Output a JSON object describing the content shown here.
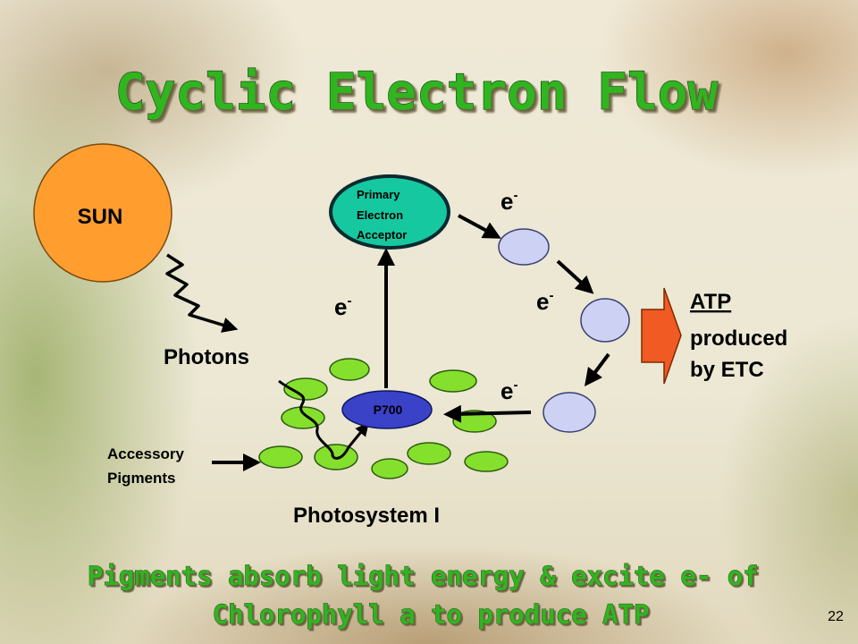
{
  "title": "Cyclic Electron Flow",
  "sun_label": "SUN",
  "photons_label": "Photons",
  "primary_acceptor": [
    "Primary",
    "Electron",
    "Acceptor"
  ],
  "p700_label": "P700",
  "electron_labels": {
    "rise": "e",
    "top": "e",
    "middle": "e",
    "bottom": "e",
    "charge": "-"
  },
  "atp_text": {
    "atp": "ATP",
    "produced": "produced",
    "by_etc": "by ETC"
  },
  "accessory_pigments": [
    "Accessory",
    "Pigments"
  ],
  "photosystem_label": "Photosystem I",
  "caption": [
    "Pigments absorb light energy & excite e- of",
    "Chlorophyll a to produce ATP"
  ],
  "slide_number": "22",
  "colors": {
    "title_fill": "#2fb51f",
    "sun": "#ff9e2e",
    "pigment": "#84e02c",
    "p700": "#3a42c8",
    "acceptor": "#16c8a0",
    "etc_carrier": "#cdd2f4",
    "atp_arrow": "#f15a22"
  }
}
